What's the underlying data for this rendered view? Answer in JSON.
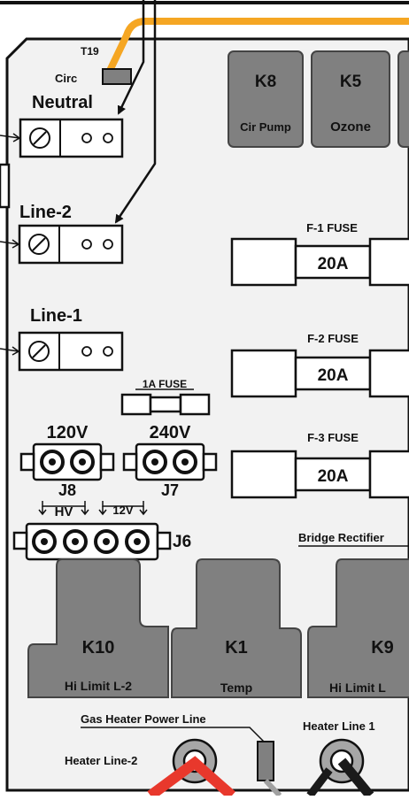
{
  "colors": {
    "board": "#f2f2f2",
    "relay_fill": "#808080",
    "relay_stroke": "#444444",
    "accent_orange": "#f5a623",
    "wire_red": "#e8382c",
    "wire_black": "#1a1a1a",
    "wire_gray": "#a0a0a0",
    "line": "#111111"
  },
  "connector_t19": {
    "label": "T19",
    "sub": "Circ"
  },
  "terminals": [
    {
      "label": "Neutral"
    },
    {
      "label": "Line-2"
    },
    {
      "label": "Line-1"
    }
  ],
  "relays_top": [
    {
      "id": "K8",
      "function": "Cir Pump"
    },
    {
      "id": "K5",
      "function": "Ozone"
    }
  ],
  "fuses": [
    {
      "label": "F-1 FUSE",
      "rating": "20A"
    },
    {
      "label": "F-2 FUSE",
      "rating": "20A"
    },
    {
      "label": "F-3 FUSE",
      "rating": "20A"
    }
  ],
  "small_fuse": {
    "label": "1A FUSE"
  },
  "jumpers": [
    {
      "voltage": "120V",
      "id": "J8"
    },
    {
      "voltage": "240V",
      "id": "J7"
    }
  ],
  "connector_j6": {
    "id": "J6",
    "hv_label": "HV",
    "lv_label": "12V"
  },
  "bridge": {
    "label": "Bridge Rectifier"
  },
  "relays_bottom": [
    {
      "id": "K10",
      "function": "Hi Limit L-2"
    },
    {
      "id": "K1",
      "function": "Temp"
    },
    {
      "id": "K9",
      "function": "Hi Limit L"
    }
  ],
  "bottom_labels": {
    "gas_heater": "Gas Heater Power Line",
    "heater_line_1": "Heater Line 1",
    "heater_line_2": "Heater Line-2"
  }
}
